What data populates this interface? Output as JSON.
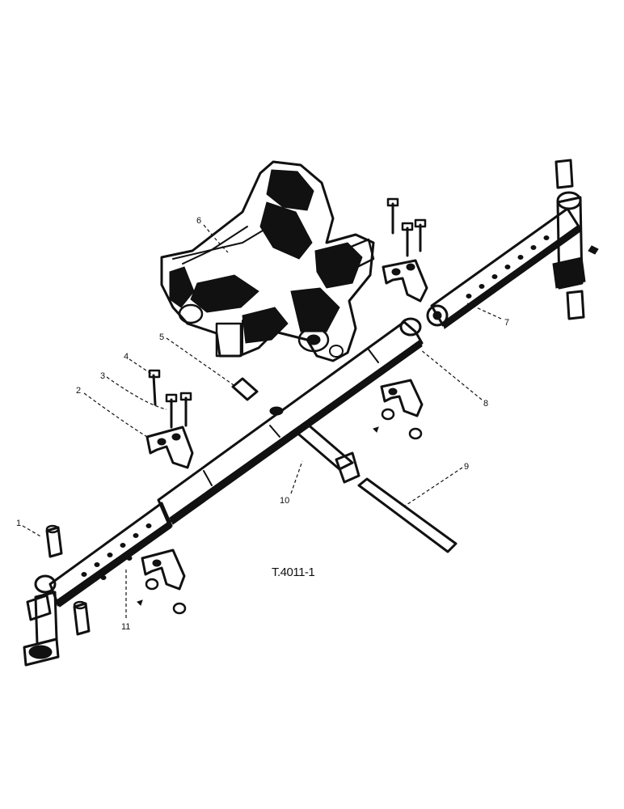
{
  "figure": {
    "code": "T.4011-1",
    "callouts": [
      "1",
      "2",
      "3",
      "4",
      "5",
      "6",
      "7",
      "8",
      "9",
      "10",
      "11"
    ]
  }
}
